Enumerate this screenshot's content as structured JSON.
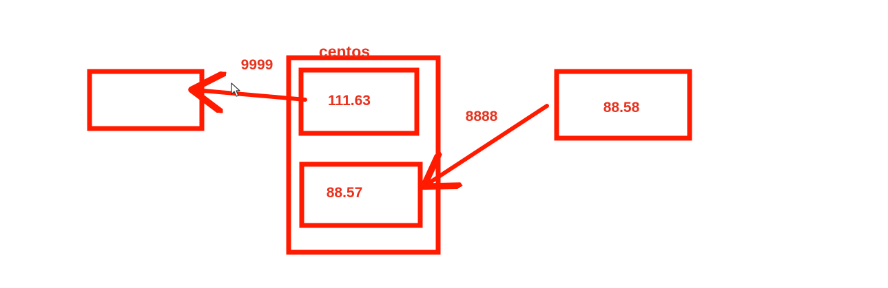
{
  "diagram": {
    "stroke_color": "#ff1a00",
    "text_color": "#e8321e",
    "container": {
      "label": "centos",
      "inner_top_label": "111.63",
      "inner_bottom_label": "88.57"
    },
    "left_box": {
      "label": ""
    },
    "right_box": {
      "label": "88.58"
    },
    "arrows": {
      "to_left_label": "9999",
      "to_container_label": "8888"
    }
  }
}
